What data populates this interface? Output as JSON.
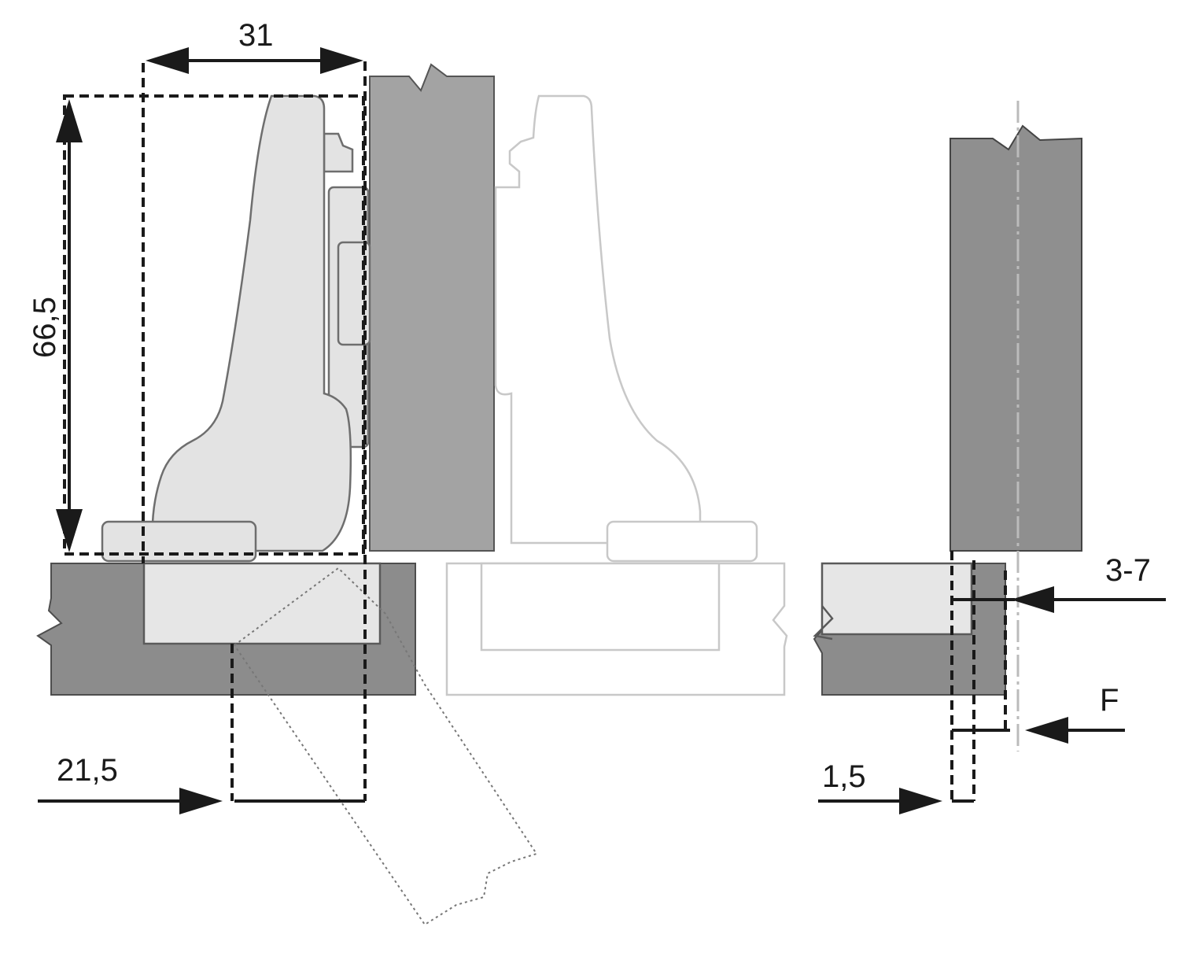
{
  "dimensions": {
    "width_label": "31",
    "height_label": "66,5",
    "offset_label": "21,5",
    "overlay_label": "3-7",
    "gap_label": "F",
    "edge_label": "1,5"
  },
  "colors": {
    "door": "#a3a3a3",
    "panel": "#8c8c8c",
    "hinge": "#e3e3e3",
    "ghost": "#c8c8c8",
    "line": "#1a1a1a"
  }
}
